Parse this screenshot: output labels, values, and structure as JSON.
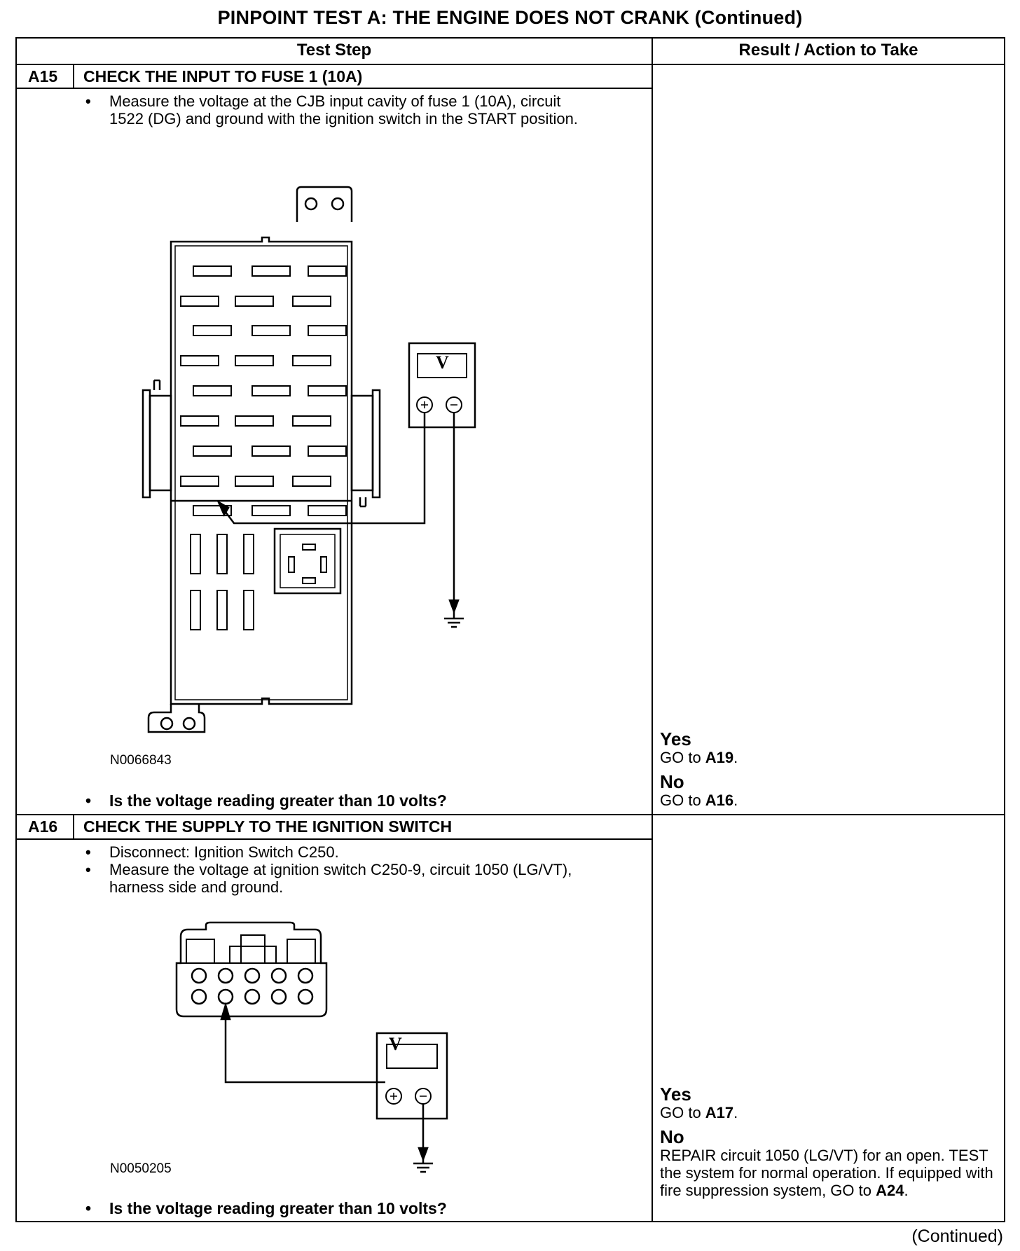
{
  "title": "PINPOINT TEST  A: THE ENGINE DOES NOT CRANK (Continued)",
  "columns": {
    "test_step": "Test Step",
    "result": "Result / Action to Take"
  },
  "steps": [
    {
      "id": "A15",
      "title": "CHECK THE INPUT TO FUSE 1 (10A)",
      "bullets": [
        "Measure the voltage at the CJB input cavity of fuse 1 (10A), circuit 1522 (DG) and ground with the ignition switch in the START position."
      ],
      "figure": {
        "id": "N0066843",
        "meter_label": "V"
      },
      "question": "Is the voltage reading greater than 10 volts?",
      "results": {
        "yes_label": "Yes",
        "yes_action_prefix": "GO to ",
        "yes_target": "A19",
        "no_label": "No",
        "no_action_prefix": "GO to ",
        "no_target": "A16"
      }
    },
    {
      "id": "A16",
      "title": "CHECK THE SUPPLY TO THE IGNITION SWITCH",
      "bullets": [
        "Disconnect: Ignition Switch C250.",
        "Measure the voltage at ignition switch C250-9, circuit 1050 (LG/VT), harness side and ground."
      ],
      "figure": {
        "id": "N0050205",
        "meter_label": "V"
      },
      "question": "Is the voltage reading greater than 10 volts?",
      "results": {
        "yes_label": "Yes",
        "yes_action_prefix": "GO to ",
        "yes_target": "A17",
        "no_label": "No",
        "no_action_prefix": "REPAIR circuit 1050 (LG/VT) for an open. TEST the system for normal operation. If equipped with fire suppression system, GO to ",
        "no_target": "A24"
      }
    }
  ],
  "footer": "(Continued)"
}
